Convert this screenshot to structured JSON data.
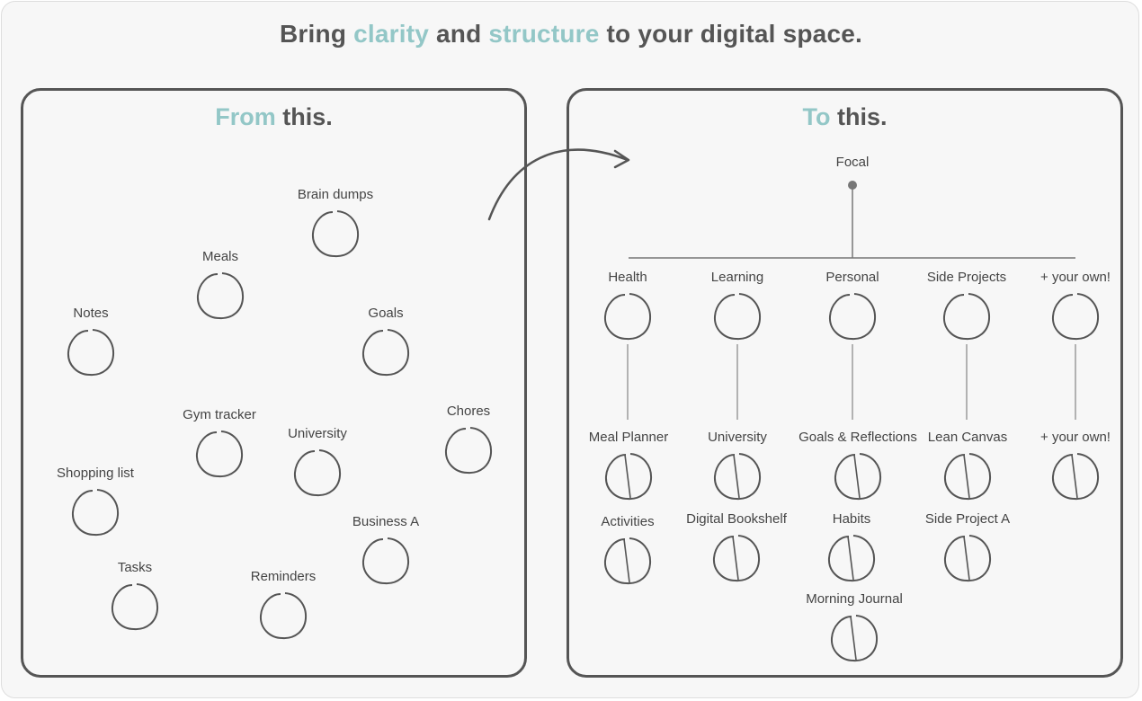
{
  "headline": {
    "part1": "Bring ",
    "clarity": "clarity",
    "part2": " and ",
    "structure": "structure",
    "part3": " to your digital space."
  },
  "colors": {
    "accent": "#93c7c7",
    "text": "#555555",
    "panel_border": "#555555",
    "background": "#f7f7f7"
  },
  "from_panel": {
    "title_accent": "From",
    "title_rest": " this.",
    "items": [
      {
        "label": "Brain dumps"
      },
      {
        "label": "Meals"
      },
      {
        "label": "Notes"
      },
      {
        "label": "Goals"
      },
      {
        "label": "Gym tracker"
      },
      {
        "label": "University"
      },
      {
        "label": "Chores"
      },
      {
        "label": "Shopping list"
      },
      {
        "label": "Business A"
      },
      {
        "label": "Tasks"
      },
      {
        "label": "Reminders"
      }
    ]
  },
  "to_panel": {
    "title_accent": "To",
    "title_rest": " this.",
    "root": {
      "label": "Focal"
    },
    "categories": [
      {
        "label": "Health"
      },
      {
        "label": "Learning"
      },
      {
        "label": "Personal"
      },
      {
        "label": "Side Projects"
      },
      {
        "label": "+ your own!"
      }
    ],
    "pages": [
      {
        "label": "Meal Planner"
      },
      {
        "label": "Activities"
      },
      {
        "label": "University"
      },
      {
        "label": "Digital Bookshelf"
      },
      {
        "label": "Goals & Reflections"
      },
      {
        "label": "Habits"
      },
      {
        "label": "Morning Journal"
      },
      {
        "label": "Lean Canvas"
      },
      {
        "label": "Side Project A"
      },
      {
        "label": "+ your own!"
      }
    ]
  },
  "icons": {
    "arrow": "curved-arrow-icon",
    "empty_circle": "hand-drawn-circle-icon",
    "page_circle": "page-circle-icon"
  }
}
